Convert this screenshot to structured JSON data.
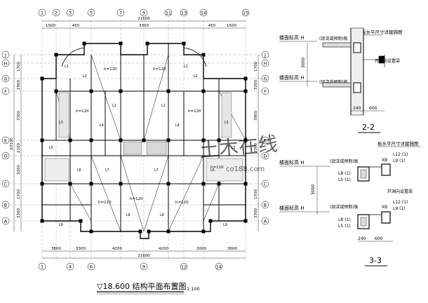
{
  "plan": {
    "title": "▽18.600 结构平面布置图",
    "scale": "1:100",
    "top_overall": "21600",
    "top_dims": [
      "1500",
      "450",
      "3300",
      "450",
      "1500"
    ],
    "bottom_overall": "21600",
    "bottom_dims": [
      "3600",
      "3300",
      "4200",
      "4200",
      "3000",
      "3600"
    ],
    "left_overall": "20100",
    "left_dims": [
      "1700",
      "2900",
      "3300",
      "2100",
      "3200",
      "1700",
      "3300"
    ],
    "right_dims": [
      "1700",
      "3300",
      "3900",
      "3300",
      "1700",
      "3300"
    ],
    "top_axes": [
      "1",
      "2",
      "3",
      "5",
      "7",
      "9",
      "11",
      "13",
      "14",
      "15"
    ],
    "bottom_axes": [
      "1",
      "4",
      "6",
      "9",
      "12",
      "14"
    ],
    "row_axes": [
      "J",
      "H",
      "G",
      "F",
      "E",
      "D",
      "C",
      "B",
      "A"
    ],
    "slab_labels": [
      "h=120",
      "h=120",
      "h=120",
      "h=120",
      "h=110",
      "h=120",
      "h=120",
      "h=110"
    ],
    "beam_labels": [
      "L1",
      "L1",
      "L2",
      "L2",
      "L3",
      "L3",
      "L4",
      "L4",
      "L5",
      "L5",
      "L6",
      "L6",
      "L7",
      "L7",
      "L8",
      "L8",
      "L9",
      "L9",
      "L1",
      "L1"
    ]
  },
  "section_2_2": {
    "title": "2-2",
    "note": "板水平尺寸详建施图",
    "floor_label_1": "楼面标高 H",
    "floor_label_2": "楼面标高 H",
    "slab_1": "(现浇或预制)板",
    "slab_2": "(现浇或预制)板",
    "opening": "开洞向设置梁",
    "dim_height": "3000",
    "dim_w1": "240",
    "dim_w2": "600"
  },
  "section_3_3": {
    "title": "3-3",
    "note": "板水平尺寸详建施图",
    "floor_label_1": "楼面标高 H",
    "floor_label_2": "楼面标高 H",
    "slab_1": "(现浇或预制)板",
    "slab_2": "(现浇或预制)板",
    "opening": "开洞向设置梁",
    "beam_1a": "L8 (1)",
    "beam_1b": "L5 (1)",
    "beam_1c": "L12 (1)",
    "beam_1d": "L9 (1)",
    "beam_2a": "L8 (1)",
    "beam_2b": "L5 (1)",
    "beam_2c": "L12 (1)",
    "beam_2d": "L9 (1)",
    "xb_1": "XB",
    "xb_2": "XB",
    "dim_height": "3000",
    "dim_w1": "240",
    "dim_w2": "600"
  },
  "watermark": {
    "text": "土木在线",
    "url": "co188.com"
  }
}
